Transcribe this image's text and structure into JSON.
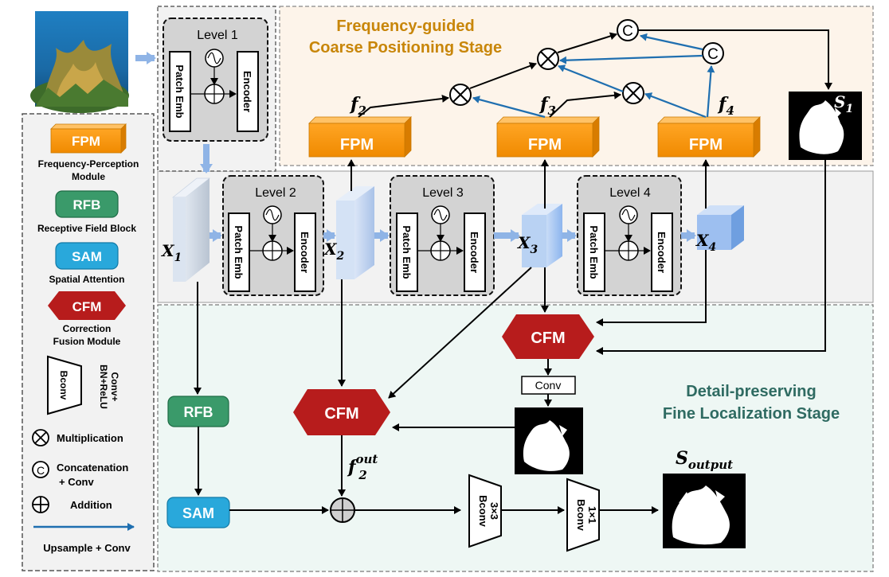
{
  "stages": {
    "coarse_title_1": "Frequency-guided",
    "coarse_title_2": "Coarse Positioning Stage",
    "fine_title_1": "Detail-preserving",
    "fine_title_2": "Fine Localization Stage"
  },
  "levels": [
    "Level 1",
    "Level 2",
    "Level 3",
    "Level 4"
  ],
  "level_parts": {
    "patch": "Patch Emb",
    "encoder": "Encoder"
  },
  "features": {
    "x1": "X",
    "x1_sub": "1",
    "x2": "X",
    "x2_sub": "2",
    "x3": "X",
    "x3_sub": "3",
    "x4": "X",
    "x4_sub": "4",
    "f2": "f",
    "f2_sub": "2",
    "f3": "f",
    "f3_sub": "3",
    "f4": "f",
    "f4_sub": "4",
    "f2out": "f",
    "f2out_sub": "2",
    "f2out_sup": "out",
    "s1": "S",
    "s1_sub": "1",
    "sout": "S",
    "sout_sub": "output"
  },
  "modules": {
    "fpm": "FPM",
    "cfm": "CFM",
    "rfb": "RFB",
    "sam": "SAM",
    "conv": "Conv",
    "bconv": "Bconv",
    "bconv_3x3": "3×3",
    "bconv_1x1": "1×1",
    "concat": "C"
  },
  "legend": {
    "fpm": "FPM",
    "fpm_desc_1": "Frequency-Perception",
    "fpm_desc_2": "Module",
    "rfb": "RFB",
    "rfb_desc": "Receptive Field Block",
    "sam": "SAM",
    "sam_desc": "Spatial Attention",
    "cfm": "CFM",
    "cfm_desc_1": "Correction",
    "cfm_desc_2": "Fusion Module",
    "bconv": "Bconv",
    "bconv_desc_1": "Conv+",
    "bconv_desc_2": "BN+ReLU",
    "mult": "Multiplication",
    "concat_1": "Concatenation",
    "concat_2": "+ Conv",
    "concat_symbol": "C",
    "add": "Addition",
    "upsample": "Upsample + Conv"
  },
  "colors": {
    "fpm": "#f59a10",
    "rfb": "#3a9a6a",
    "sam": "#29a8db",
    "cfm": "#b71c1c",
    "upsample_arrow": "#1f6fb0",
    "coarse_title": "#c8860a",
    "fine_title": "#2f6b62",
    "coarse_bg": "#fdf4ea",
    "fine_bg": "#eef7f4",
    "encoder_bg": "#f2f2f2"
  }
}
